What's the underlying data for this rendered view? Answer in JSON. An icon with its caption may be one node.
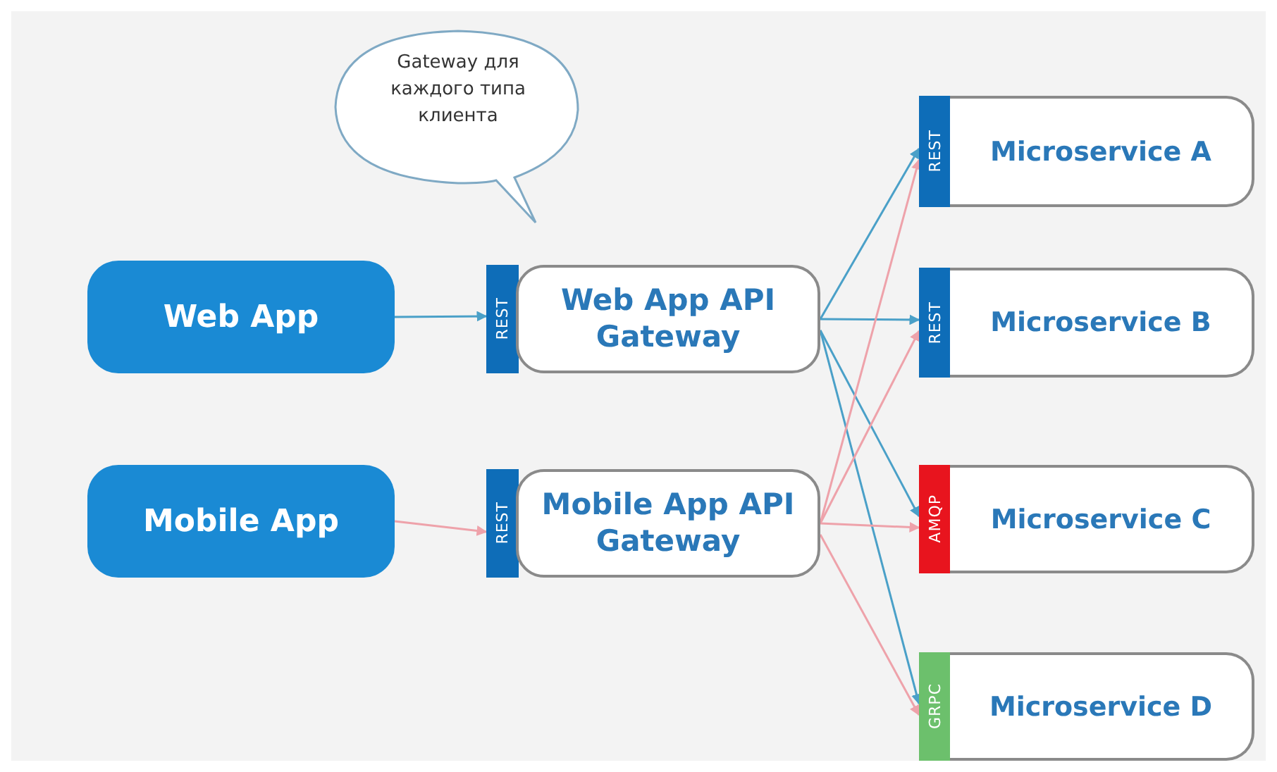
{
  "diagram": {
    "nodes": [
      {
        "text": [
          "Gateway для каждого типа клиента"
        ]
      },
      {
        "text": [
          "Web App"
        ]
      },
      {
        "text": [
          "REST"
        ]
      },
      {
        "text": [
          "Web App API Gateway"
        ]
      },
      {
        "text": [
          "Mobile App"
        ]
      },
      {
        "text": [
          "REST"
        ]
      },
      {
        "text": [
          "Mobile App API Gateway"
        ]
      },
      {
        "text": [
          "REST"
        ]
      },
      {
        "text": [
          "Microservice A"
        ]
      },
      {
        "text": [
          "REST"
        ]
      },
      {
        "text": [
          "Microservice B"
        ]
      },
      {
        "text": [
          "AMQP"
        ]
      },
      {
        "text": [
          "Microservice C"
        ]
      },
      {
        "text": [
          "GRPC"
        ]
      },
      {
        "text": [
          "Microservice D"
        ]
      }
    ],
    "edges": [
      {
        "from": 1,
        "to": 2,
        "arrow": "to"
      },
      {
        "from": 4,
        "to": 5,
        "arrow": "to",
        "color": "#eea2aa"
      },
      {
        "from": 3,
        "to": 7,
        "arrow": "to"
      },
      {
        "from": 3,
        "to": 9,
        "arrow": "to"
      },
      {
        "from": 3,
        "to": 11,
        "arrow": "to"
      },
      {
        "from": 3,
        "to": 13,
        "arrow": "to"
      },
      {
        "from": 6,
        "to": 7,
        "arrow": "to",
        "color": "#eea2aa"
      },
      {
        "from": 6,
        "to": 9,
        "arrow": "to",
        "color": "#eea2aa"
      },
      {
        "from": 6,
        "to": 11,
        "arrow": "to",
        "color": "#eea2aa"
      },
      {
        "from": 6,
        "to": 13,
        "arrow": "to",
        "color": "#eea2aa"
      }
    ]
  }
}
